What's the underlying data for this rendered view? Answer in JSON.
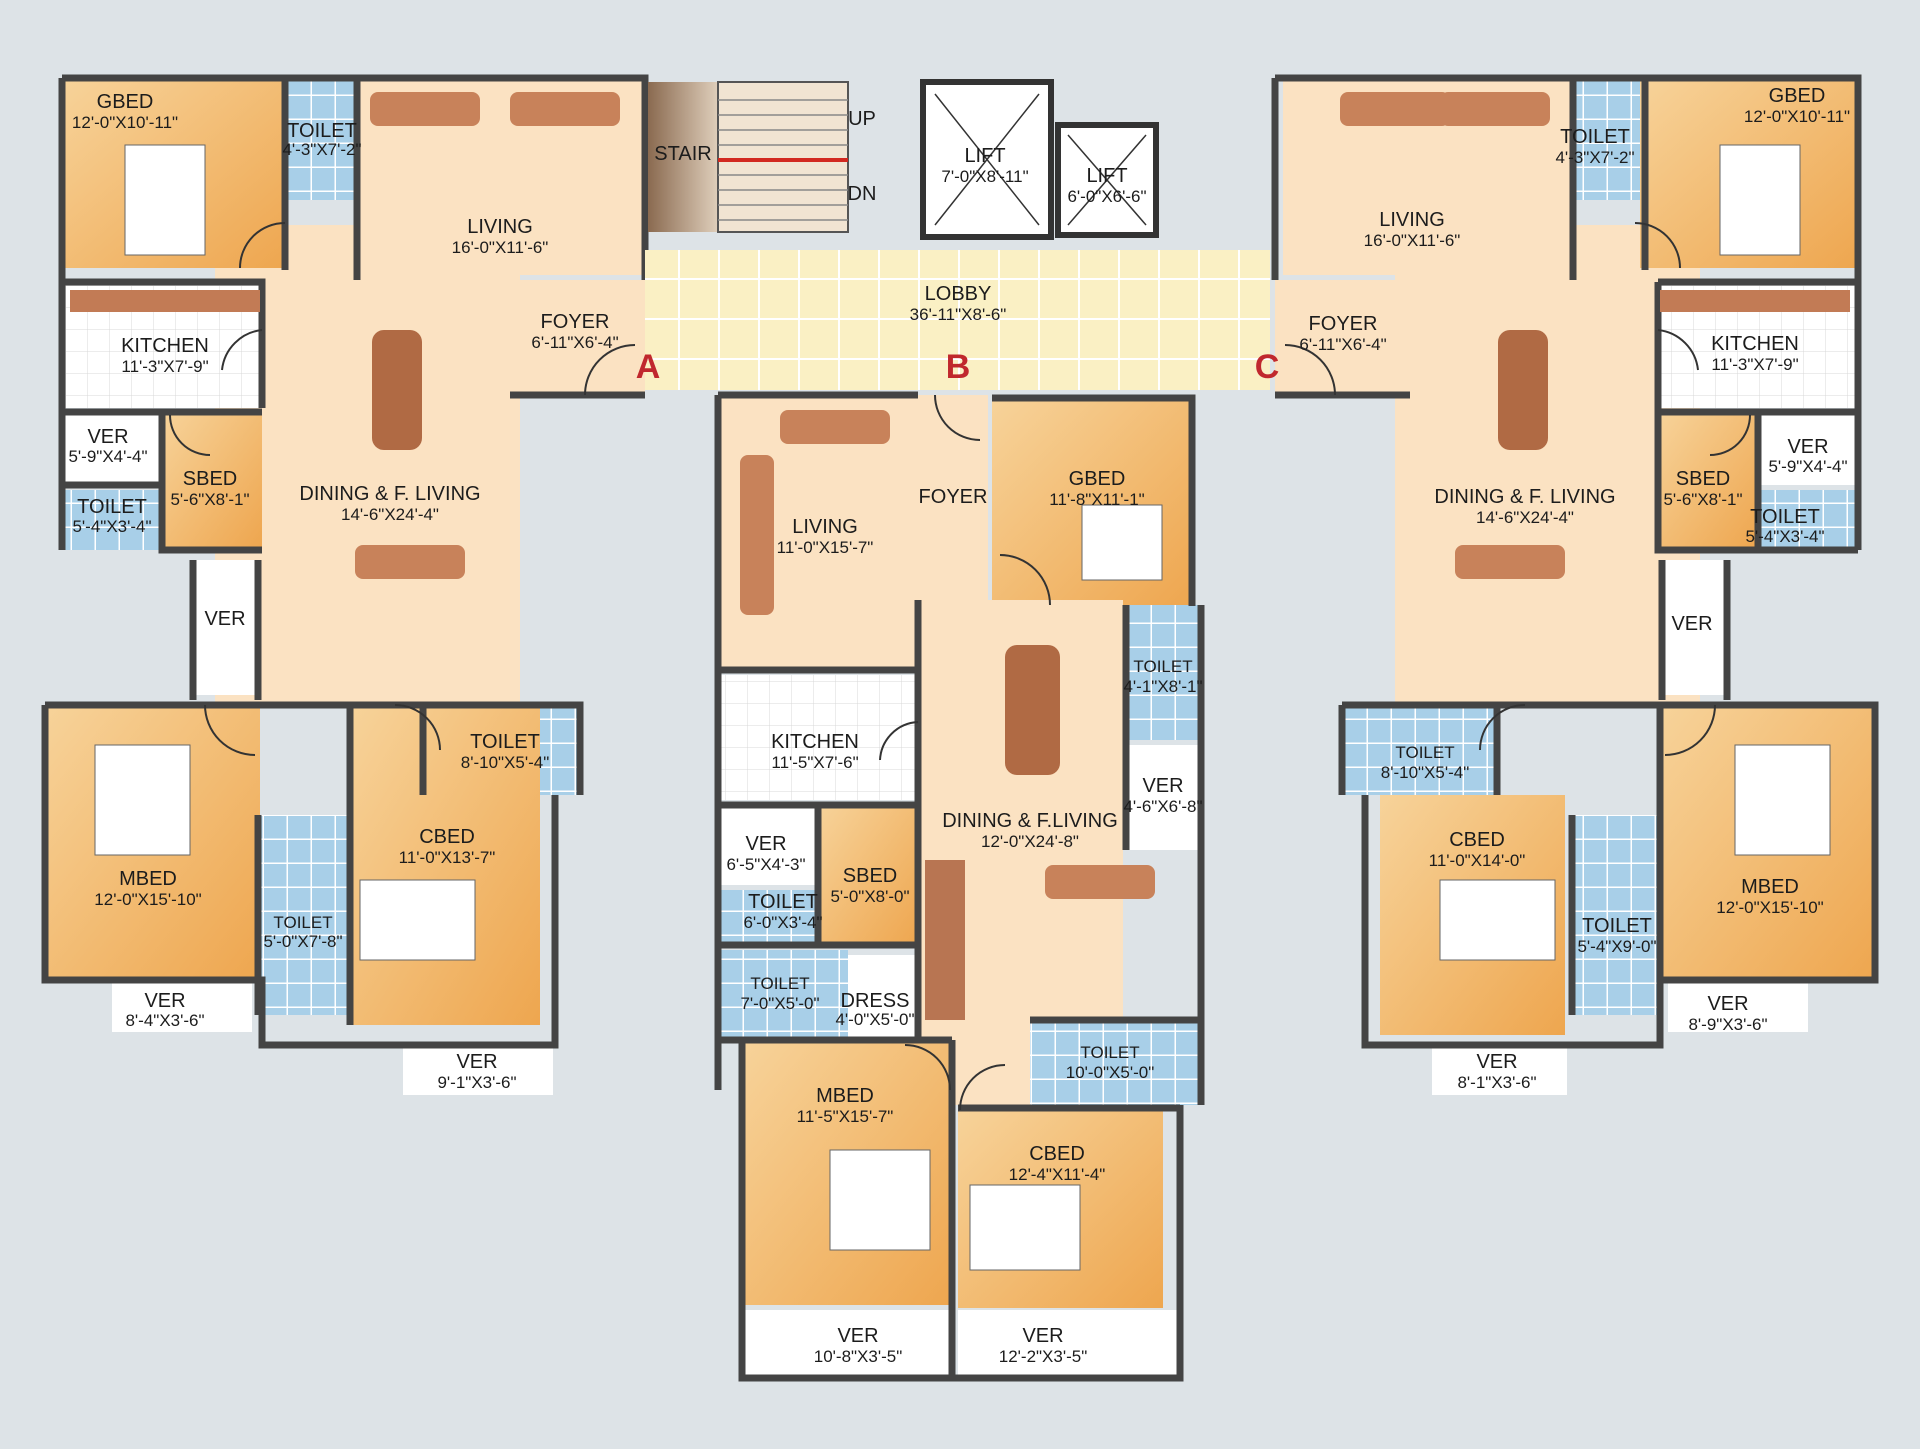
{
  "colors": {
    "background": "#dde3e7",
    "room_fill": "#fbe2c2",
    "bedroom_fill": "#f2b866",
    "lobby_fill": "#faf0c4",
    "tile_fill": "#a8cfe8",
    "wall": "#444444",
    "marker": "#c0282d"
  },
  "core": {
    "stair": "STAIR",
    "up": "UP",
    "dn": "DN",
    "lift1_name": "LIFT",
    "lift1_dim": "7'-0\"X8'-11\"",
    "lift2_name": "LIFT",
    "lift2_dim": "6'-0\"X6'-6\"",
    "lobby_name": "LOBBY",
    "lobby_dim": "36'-11\"X8'-6\""
  },
  "markers": {
    "a": "A",
    "b": "B",
    "c": "C"
  },
  "unit_a": {
    "gbed": "GBED",
    "gbed_dim": "12'-0\"X10'-11\"",
    "toilet1": "TOILET",
    "toilet1_dim": "4'-3\"X7'-2\"",
    "living": "LIVING",
    "living_dim": "16'-0\"X11'-6\"",
    "kitchen": "KITCHEN",
    "kitchen_dim": "11'-3\"X7'-9\"",
    "foyer": "FOYER",
    "foyer_dim": "6'-11\"X6'-4\"",
    "ver1": "VER",
    "ver1_dim": "5'-9\"X4'-4\"",
    "sbed": "SBED",
    "sbed_dim": "5'-6\"X8'-1\"",
    "toilet2": "TOILET",
    "toilet2_dim": "5'-4\"X3'-4\"",
    "dining": "DINING & F. LIVING",
    "dining_dim": "14'-6\"X24'-4\"",
    "ver2": "VER",
    "toilet3": "TOILET",
    "toilet3_dim": "8'-10\"X5'-4\"",
    "mbed": "MBED",
    "mbed_dim": "12'-0\"X15'-10\"",
    "toilet4": "TOILET",
    "toilet4_dim": "5'-0\"X7'-8\"",
    "cbed": "CBED",
    "cbed_dim": "11'-0\"X13'-7\"",
    "ver3": "VER",
    "ver3_dim": "8'-4\"X3'-6\"",
    "ver4": "VER",
    "ver4_dim": "9'-1\"X3'-6\""
  },
  "unit_b": {
    "living": "LIVING",
    "living_dim": "11'-0\"X15'-7\"",
    "foyer": "FOYER",
    "gbed": "GBED",
    "gbed_dim": "11'-8\"X11'-1\"",
    "toilet1": "TOILET",
    "toilet1_dim": "4'-1\"X8'-1\"",
    "kitchen": "KITCHEN",
    "kitchen_dim": "11'-5\"X7'-6\"",
    "ver1": "VER",
    "ver1_dim": "4'-6\"X6'-8\"",
    "dining": "DINING & F.LIVING",
    "dining_dim": "12'-0\"X24'-8\"",
    "ver2": "VER",
    "ver2_dim": "6'-5\"X4'-3\"",
    "sbed": "SBED",
    "sbed_dim": "5'-0\"X8'-0\"",
    "toilet2": "TOILET",
    "toilet2_dim": "6'-0\"X3'-4\"",
    "toilet3": "TOILET",
    "toilet3_dim": "7'-0\"X5'-0\"",
    "dress": "DRESS",
    "dress_dim": "4'-0\"X5'-0\"",
    "toilet4": "TOILET",
    "toilet4_dim": "10'-0\"X5'-0\"",
    "mbed": "MBED",
    "mbed_dim": "11'-5\"X15'-7\"",
    "cbed": "CBED",
    "cbed_dim": "12'-4\"X11'-4\"",
    "ver3": "VER",
    "ver3_dim": "10'-8\"X3'-5\"",
    "ver4": "VER",
    "ver4_dim": "12'-2\"X3'-5\""
  },
  "unit_c": {
    "gbed": "GBED",
    "gbed_dim": "12'-0\"X10'-11\"",
    "toilet1": "TOILET",
    "toilet1_dim": "4'-3\"X7'-2\"",
    "living": "LIVING",
    "living_dim": "16'-0\"X11'-6\"",
    "kitchen": "KITCHEN",
    "kitchen_dim": "11'-3\"X7'-9\"",
    "foyer": "FOYER",
    "foyer_dim": "6'-11\"X6'-4\"",
    "ver1": "VER",
    "ver1_dim": "5'-9\"X4'-4\"",
    "sbed": "SBED",
    "sbed_dim": "5'-6\"X8'-1\"",
    "toilet2": "TOILET",
    "toilet2_dim": "5'-4\"X3'-4\"",
    "dining": "DINING & F. LIVING",
    "dining_dim": "14'-6\"X24'-4\"",
    "ver2": "VER",
    "toilet3": "TOILET",
    "toilet3_dim": "8'-10\"X5'-4\"",
    "cbed": "CBED",
    "cbed_dim": "11'-0\"X14'-0\"",
    "toilet4": "TOILET",
    "toilet4_dim": "5'-4\"X9'-0\"",
    "mbed": "MBED",
    "mbed_dim": "12'-0\"X15'-10\"",
    "ver3": "VER",
    "ver3_dim": "8'-1\"X3'-6\"",
    "ver4": "VER",
    "ver4_dim": "8'-9\"X3'-6\""
  }
}
